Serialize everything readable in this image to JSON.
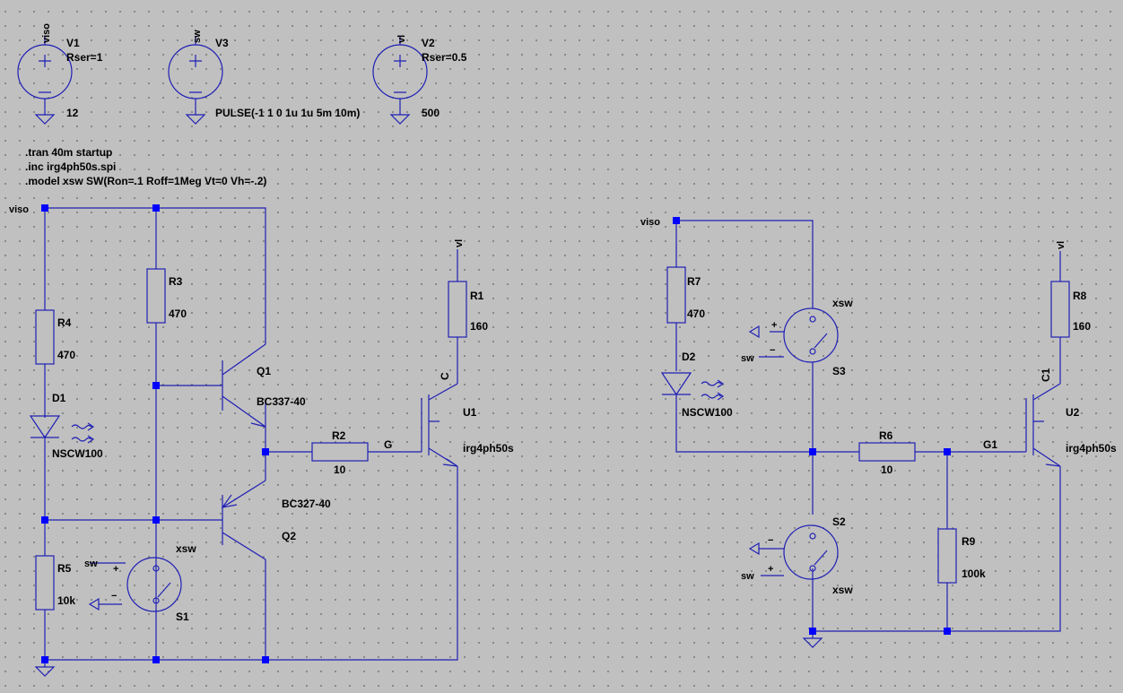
{
  "sources": {
    "v1": {
      "name": "V1",
      "value": "12",
      "param": "Rser=1",
      "net": "viso"
    },
    "v3": {
      "name": "V3",
      "value": "PULSE(-1 1 0 1u 1u 5m 10m)",
      "net": "sw"
    },
    "v2": {
      "name": "V2",
      "value": "500",
      "param": "Rser=0.5",
      "net": "vl"
    }
  },
  "directives": [
    ".tran 40m startup",
    ".inc irg4ph50s.spi",
    ".model xsw SW(Ron=.1 Roff=1Meg Vt=0 Vh=-.2)"
  ],
  "left_circuit": {
    "net_viso": "viso",
    "net_vl": "vl",
    "r4": {
      "name": "R4",
      "value": "470"
    },
    "r3": {
      "name": "R3",
      "value": "470"
    },
    "r1": {
      "name": "R1",
      "value": "160"
    },
    "r2": {
      "name": "R2",
      "value": "10"
    },
    "r5": {
      "name": "R5",
      "value": "10k"
    },
    "d1": {
      "name": "D1",
      "model": "NSCW100"
    },
    "q1": {
      "name": "Q1",
      "model": "BC337-40"
    },
    "q2": {
      "name": "Q2",
      "model": "BC327-40"
    },
    "u1": {
      "name": "U1",
      "model": "irg4ph50s"
    },
    "s1": {
      "name": "S1",
      "model": "xsw",
      "ctrl": "sw"
    },
    "label_g": "G",
    "label_c": "C"
  },
  "right_circuit": {
    "net_viso": "viso",
    "net_vl": "vl",
    "r7": {
      "name": "R7",
      "value": "470"
    },
    "r8": {
      "name": "R8",
      "value": "160"
    },
    "r6": {
      "name": "R6",
      "value": "10"
    },
    "r9": {
      "name": "R9",
      "value": "100k"
    },
    "d2": {
      "name": "D2",
      "model": "NSCW100"
    },
    "u2": {
      "name": "U2",
      "model": "irg4ph50s"
    },
    "s3": {
      "name": "S3",
      "model": "xsw",
      "ctrl": "sw"
    },
    "s2": {
      "name": "S2",
      "model": "xsw",
      "ctrl": "sw"
    },
    "label_g": "G1",
    "label_c": "C1"
  },
  "signs": {
    "plus": "+",
    "minus": "−"
  }
}
